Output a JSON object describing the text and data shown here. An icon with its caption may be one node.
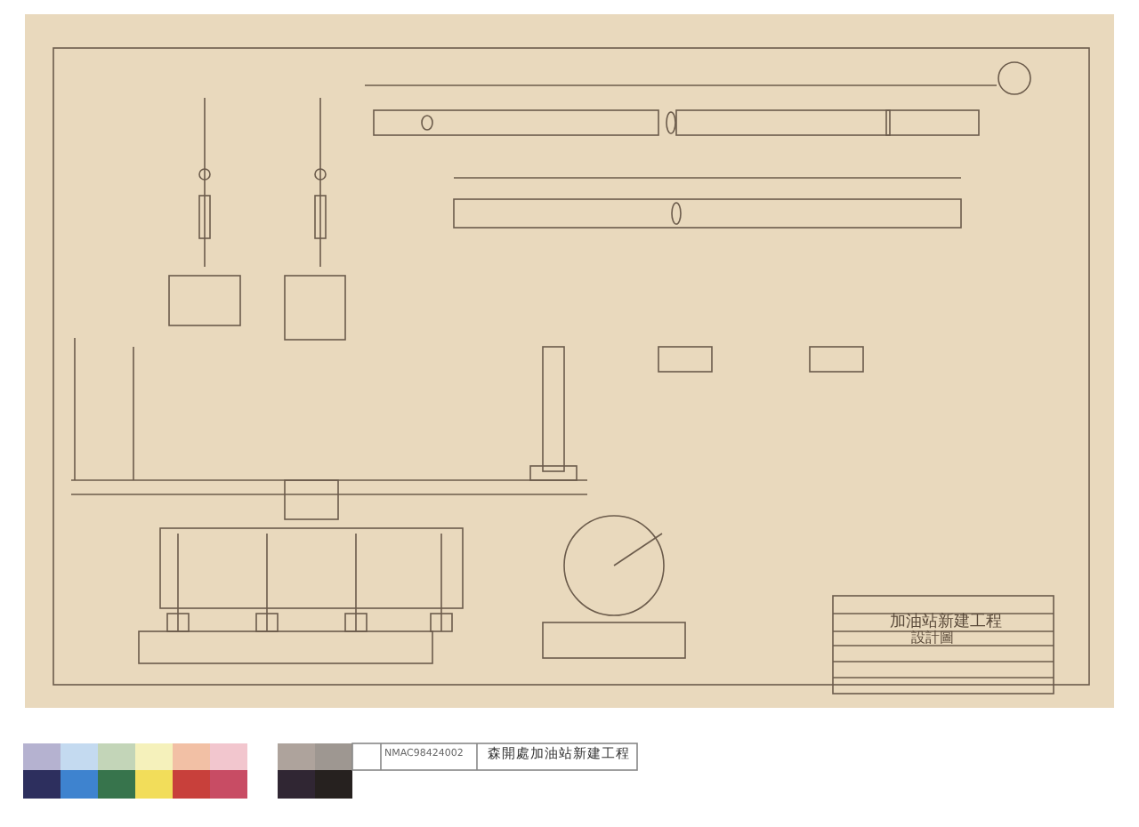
{
  "diagram": {
    "labels": [
      "加油站新建工程",
      "設計圖",
      "NMAC98424002",
      "森開處加油站新建工程"
    ]
  }
}
